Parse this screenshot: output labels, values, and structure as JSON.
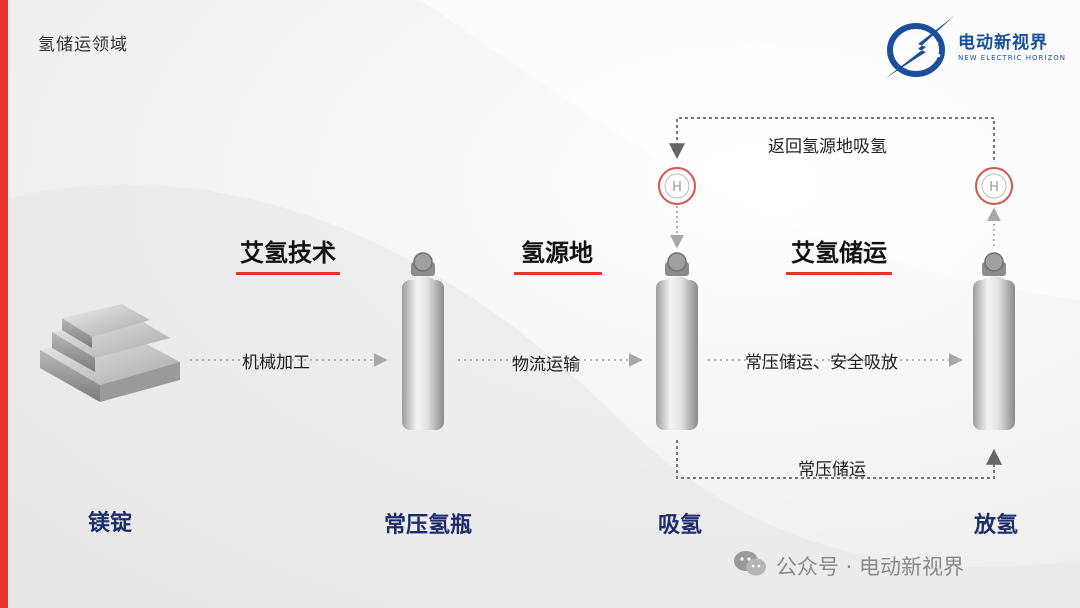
{
  "header": {
    "section_title": "氢储运领域",
    "brand_cn": "电动新视界",
    "brand_en": "NEW ELECTRIC HORIZON"
  },
  "headings": {
    "tech": "艾氢技术",
    "source": "氢源地",
    "storage": "艾氢储运"
  },
  "nodes": {
    "ingot": "镁锭",
    "bottle": "常压氢瓶",
    "absorb": "吸氢",
    "release": "放氢"
  },
  "flows": {
    "machining": "机械加工",
    "logistics": "物流运输",
    "storage_safety": "常压储运、安全吸放",
    "return": "返回氢源地吸氢",
    "storage": "常压储运"
  },
  "h2_badge": "H",
  "watermark": "公众号 · 电动新视界",
  "colors": {
    "accent_red": "#e8332a",
    "brand_blue": "#1a4f9c",
    "node_navy": "#1c2d6b"
  }
}
